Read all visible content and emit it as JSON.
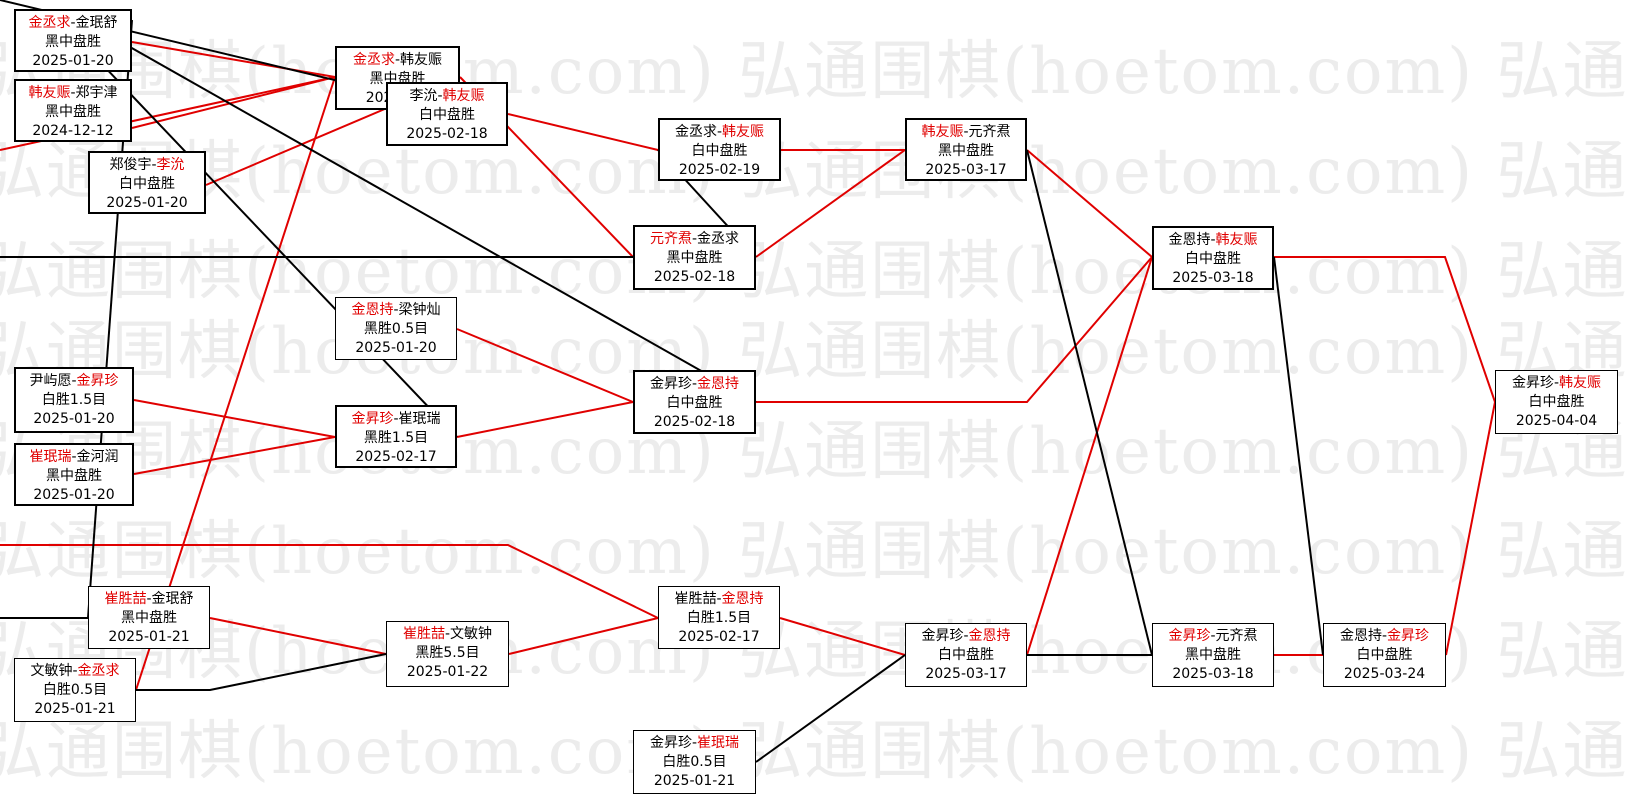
{
  "watermark": "弘通围棋(hoetom.com) 弘通围棋(hoetom.com) 弘通围棋(hoetom.com)",
  "colors": {
    "winner": "#e00000",
    "loser": "#000000"
  },
  "matches": [
    {
      "id": "m1",
      "a": "金丞求",
      "b": "金珉舒",
      "winner": "a",
      "result": "黑中盘胜",
      "date": "2025-01-20"
    },
    {
      "id": "m2",
      "a": "韩友赈",
      "b": "郑宇津",
      "winner": "a",
      "result": "黑中盘胜",
      "date": "2024-12-12"
    },
    {
      "id": "m3",
      "a": "郑俊宇",
      "b": "李沇",
      "winner": "b",
      "result": "白中盘胜",
      "date": "2025-01-20"
    },
    {
      "id": "m4",
      "a": "金丞求",
      "b": "韩友赈",
      "winner": "a",
      "result": "黑中盘胜",
      "date": "2025-02-"
    },
    {
      "id": "m5",
      "a": "李沇",
      "b": "韩友赈",
      "winner": "b",
      "result": "白中盘胜",
      "date": "2025-02-18"
    },
    {
      "id": "m6",
      "a": "金丞求",
      "b": "韩友赈",
      "winner": "b",
      "result": "白中盘胜",
      "date": "2025-02-19"
    },
    {
      "id": "m7",
      "a": "元齐焄",
      "b": "金丞求",
      "winner": "a",
      "result": "黑中盘胜",
      "date": "2025-02-18"
    },
    {
      "id": "m8",
      "a": "韩友赈",
      "b": "元齐焄",
      "winner": "a",
      "result": "黑中盘胜",
      "date": "2025-03-17"
    },
    {
      "id": "m9",
      "a": "金恩持",
      "b": "梁钟灿",
      "winner": "a",
      "result": "黑胜0.5目",
      "date": "2025-01-20"
    },
    {
      "id": "m10",
      "a": "尹屿愿",
      "b": "金昇珍",
      "winner": "b",
      "result": "白胜1.5目",
      "date": "2025-01-20"
    },
    {
      "id": "m11",
      "a": "崔珉瑞",
      "b": "金河润",
      "winner": "a",
      "result": "黑中盘胜",
      "date": "2025-01-20"
    },
    {
      "id": "m12",
      "a": "金昇珍",
      "b": "崔珉瑞",
      "winner": "a",
      "result": "黑胜1.5目",
      "date": "2025-02-17"
    },
    {
      "id": "m13",
      "a": "金昇珍",
      "b": "金恩持",
      "winner": "b",
      "result": "白中盘胜",
      "date": "2025-02-18"
    },
    {
      "id": "m14",
      "a": "金恩持",
      "b": "韩友赈",
      "winner": "b",
      "result": "白中盘胜",
      "date": "2025-03-18"
    },
    {
      "id": "m15",
      "a": "崔胜喆",
      "b": "金珉舒",
      "winner": "a",
      "result": "黑中盘胜",
      "date": "2025-01-21"
    },
    {
      "id": "m16",
      "a": "文敏钟",
      "b": "金丞求",
      "winner": "b",
      "result": "白胜0.5目",
      "date": "2025-01-21"
    },
    {
      "id": "m17",
      "a": "崔胜喆",
      "b": "文敏钟",
      "winner": "a",
      "result": "黑胜5.5目",
      "date": "2025-01-22"
    },
    {
      "id": "m18",
      "a": "崔胜喆",
      "b": "金恩持",
      "winner": "b",
      "result": "白胜1.5目",
      "date": "2025-02-17"
    },
    {
      "id": "m19",
      "a": "金昇珍",
      "b": "崔珉瑞",
      "winner": "b",
      "result": "白胜0.5目",
      "date": "2025-01-21"
    },
    {
      "id": "m20",
      "a": "金昇珍",
      "b": "金恩持",
      "winner": "b",
      "result": "白中盘胜",
      "date": "2025-03-17"
    },
    {
      "id": "m21",
      "a": "金昇珍",
      "b": "元齐焄",
      "winner": "a",
      "result": "黑中盘胜",
      "date": "2025-03-18"
    },
    {
      "id": "m22",
      "a": "金恩持",
      "b": "金昇珍",
      "winner": "b",
      "result": "白中盘胜",
      "date": "2025-03-24"
    },
    {
      "id": "m23",
      "a": "金昇珍",
      "b": "韩友赈",
      "winner": "b",
      "result": "白中盘胜",
      "date": "2025-04-04"
    }
  ]
}
